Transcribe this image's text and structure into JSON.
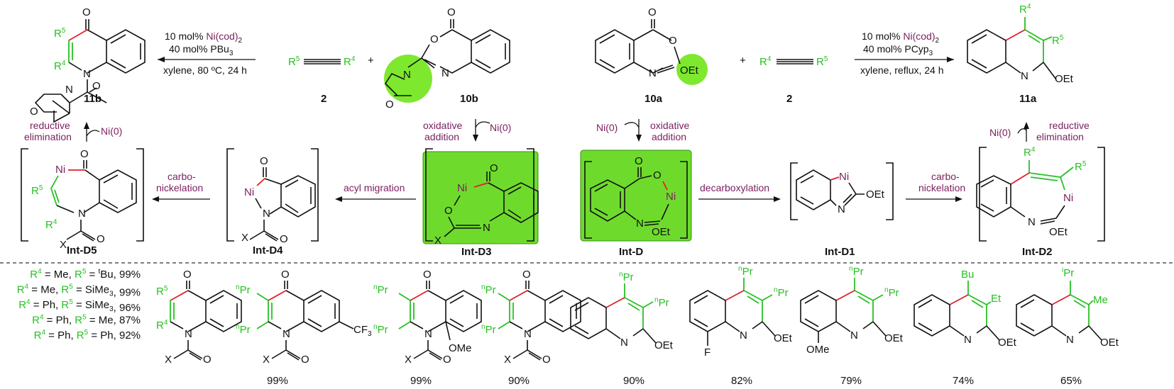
{
  "top": {
    "conditions_left": {
      "line1_a": "10 mol% ",
      "line1_b": "Ni(cod)",
      "line1_c": "2",
      "line2_a": "40 mol% PBu",
      "line2_b": "3",
      "line3": "xylene, 80 ºC, 24 h"
    },
    "conditions_right": {
      "line1_a": "10 mol% ",
      "line1_b": "Ni(cod)",
      "line1_c": "2",
      "line2_a": "40 mol% PCyp",
      "line2_b": "3",
      "line3": "xylene, reflux, 24 h"
    },
    "labels": {
      "p11b": "11b",
      "alkyne_left": "2",
      "s10b": "10b",
      "s10a": "10a",
      "alkyne_right": "2",
      "p11a": "11a"
    },
    "plus": "+"
  },
  "mid": {
    "oxadd_left": [
      "oxidative",
      "addition"
    ],
    "oxadd_right": [
      "oxidative",
      "addition"
    ],
    "ni0": "Ni(0)",
    "redel_left": [
      "reductive",
      "elimination"
    ],
    "redel_right": [
      "reductive",
      "elimination"
    ],
    "carbo_left": [
      "carbo-",
      "nickelation"
    ],
    "carbo_right": [
      "carbo-",
      "nickelation"
    ],
    "acyl": "acyl migration",
    "decarb": "decarboxylation",
    "intermediates": [
      "Int-D5",
      "Int-D4",
      "Int-D3",
      "Int-D",
      "Int-D1",
      "Int-D2"
    ]
  },
  "atoms": {
    "O": "O",
    "N": "N",
    "Ni": "Ni",
    "X": "X",
    "OEt": "OEt",
    "OMe": "OMe",
    "F": "F",
    "CF3_a": "CF",
    "CF3_b": "3",
    "R": "R",
    "r4": "4",
    "r5": "5",
    "nPr_n": "n",
    "nPr": "Pr",
    "iPr_i": "i",
    "Bu": "Bu",
    "Et": "Et",
    "Me": "Me"
  },
  "scope": {
    "table": [
      {
        "r4": "Me",
        "r5_pre": "",
        "r5": "Bu",
        "r5_sup": "t",
        "yield": "99%"
      },
      {
        "r4": "Me",
        "r5_pre": "",
        "r5": "SiMe",
        "r5_sub": "3",
        "yield": "99%"
      },
      {
        "r4": "Ph",
        "r5_pre": "",
        "r5": "SiMe",
        "r5_sub": "3",
        "yield": "96%"
      },
      {
        "r4": "Ph",
        "r5_pre": "",
        "r5": "Me",
        "yield": "87%"
      },
      {
        "r4": "Ph",
        "r5_pre": "",
        "r5": "Ph",
        "yield": "92%"
      }
    ],
    "yields": [
      "99%",
      "99%",
      "90%",
      "90%",
      "82%",
      "79%",
      "74%",
      "65%"
    ]
  }
}
